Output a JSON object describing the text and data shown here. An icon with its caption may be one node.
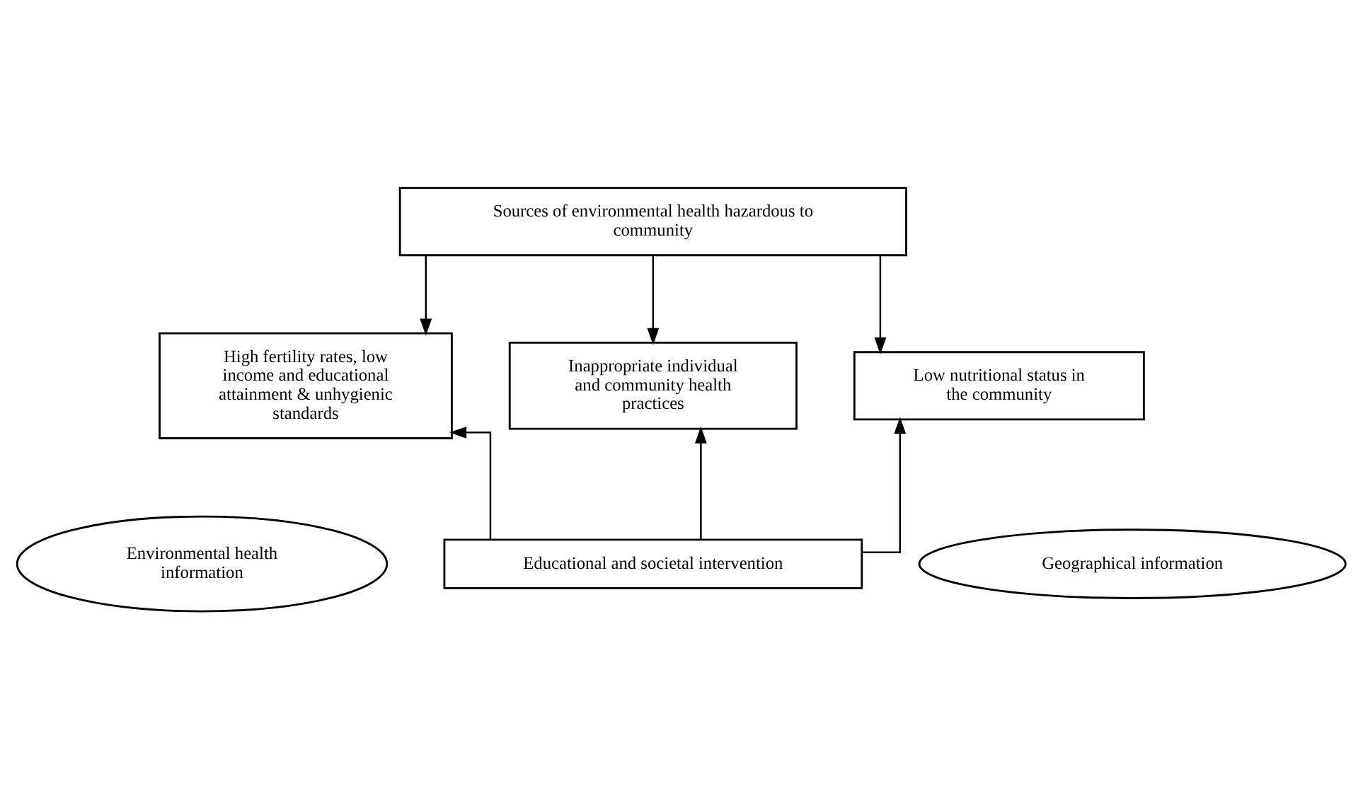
{
  "diagram": {
    "nodes": [
      {
        "text": [
          "Sources of environmental health hazardous to community"
        ]
      },
      {
        "text": [
          "High fertility rates, low income and educational attainment & unhygienic standards"
        ]
      },
      {
        "text": [
          "Inappropriate individual and community health practices"
        ]
      },
      {
        "text": [
          "Low nutritional status in the community"
        ]
      },
      {
        "text": [
          "Educational and societal intervention"
        ]
      },
      {
        "text": [
          "Environmental health information"
        ]
      },
      {
        "text": [
          "Geographical information"
        ]
      }
    ],
    "edges": [
      {
        "from": 0,
        "to": 1,
        "arrow": "to"
      },
      {
        "from": 0,
        "to": 2,
        "arrow": "to"
      },
      {
        "from": 0,
        "to": 3,
        "arrow": "to"
      },
      {
        "from": 4,
        "to": 1,
        "arrow": "to"
      },
      {
        "from": 4,
        "to": 2,
        "arrow": "to"
      },
      {
        "from": 4,
        "to": 3,
        "arrow": "to"
      }
    ]
  }
}
